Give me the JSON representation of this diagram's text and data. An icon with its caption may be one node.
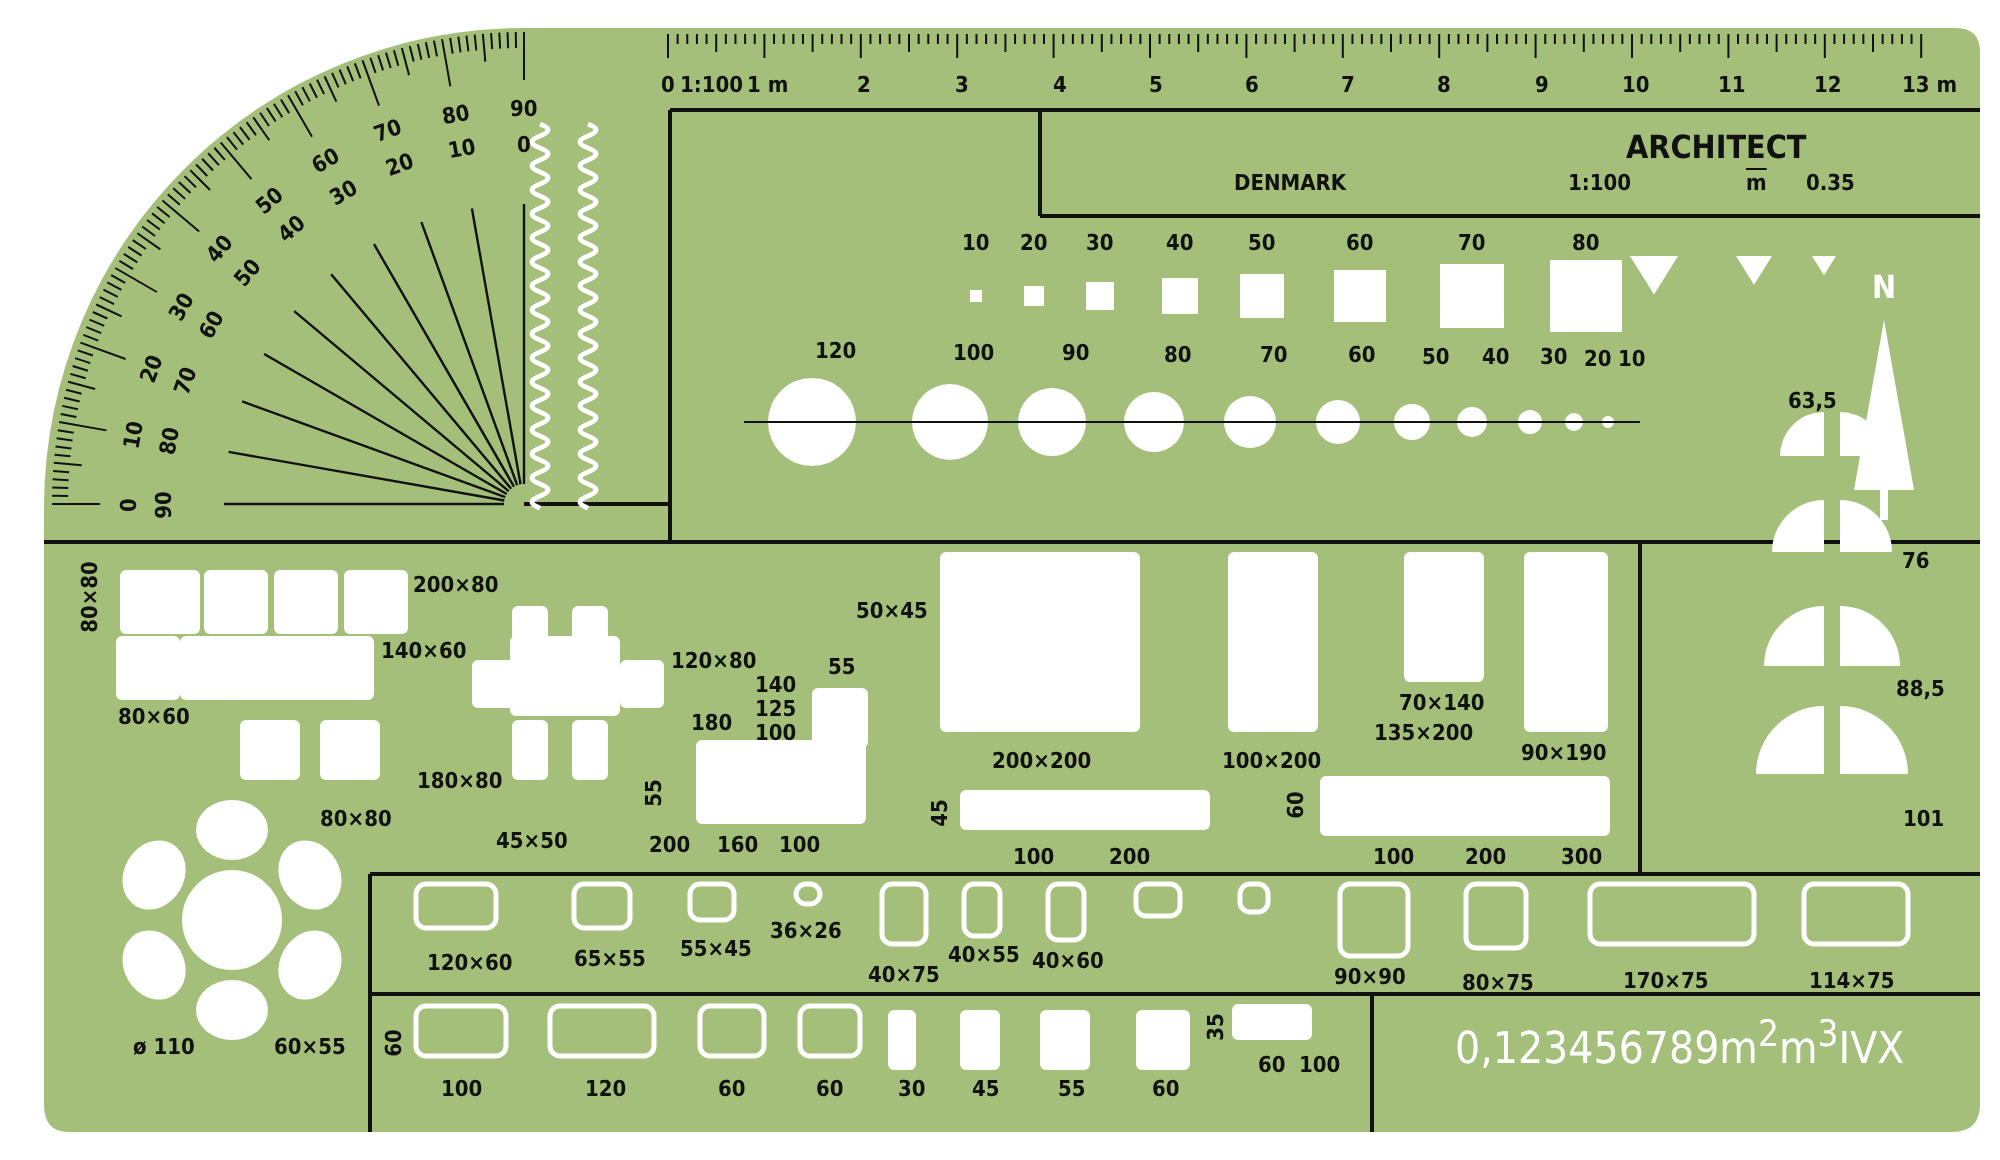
{
  "diagram": {
    "labels": [
      "0",
      "10",
      "20",
      "30",
      "40",
      "50",
      "60",
      "70",
      "80",
      "90",
      "90",
      "80",
      "70",
      "60",
      "50",
      "40",
      "30",
      "20",
      "10",
      "0",
      "0",
      "1:100",
      "1 m",
      "2",
      "3",
      "4",
      "5",
      "6",
      "7",
      "8",
      "9",
      "10",
      "11",
      "12",
      "13 m",
      "DENMARK",
      "ARCHITECT",
      "1:100",
      "m",
      "0.35",
      "10",
      "20",
      "30",
      "40",
      "50",
      "60",
      "70",
      "80",
      "120",
      "100",
      "90",
      "80",
      "70",
      "60",
      "50",
      "40",
      "30",
      "20",
      "10",
      "N",
      "63,5",
      "76",
      "88,5",
      "101",
      "80×80",
      "200×80",
      "140×60",
      "80×60",
      "120×80",
      "180×80",
      "80×80",
      "45×50",
      "140",
      "125",
      "100",
      "55",
      "180",
      "55",
      "200",
      "160",
      "100",
      "50×45",
      "200×200",
      "100×200",
      "70×140",
      "135×200",
      "90×190",
      "45",
      "60",
      "100",
      "200",
      "100",
      "200",
      "300",
      "ø 110",
      "60×55",
      "120×60",
      "65×55",
      "55×45",
      "36×26",
      "40×75",
      "40×55",
      "40×60",
      "90×90",
      "80×75",
      "170×75",
      "114×75",
      "60",
      "100",
      "120",
      "60",
      "60",
      "30",
      "45",
      "55",
      "60",
      "35",
      "60",
      "100",
      "0,123456789m$^{2}$m$^{3}$IVX"
    ]
  }
}
